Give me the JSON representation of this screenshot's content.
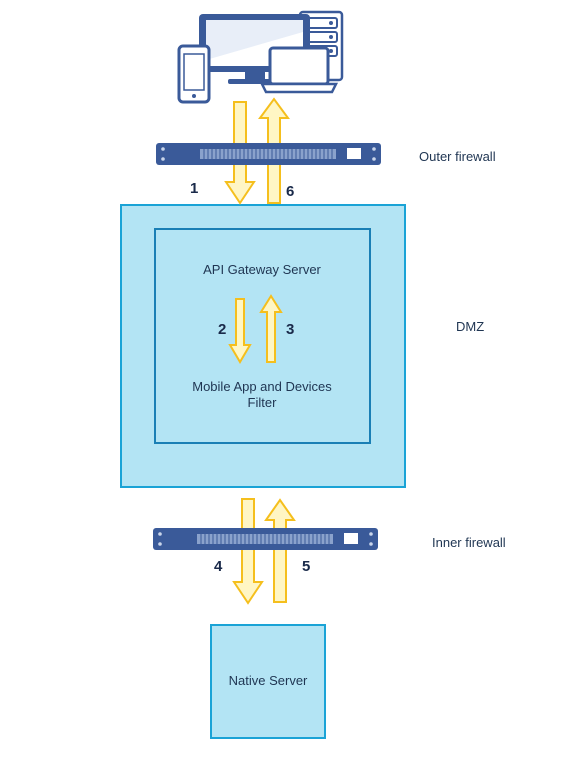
{
  "labels": {
    "outer_firewall": "Outer firewall",
    "dmz": "DMZ",
    "inner_firewall": "Inner firewall",
    "api_gateway": "API Gateway Server",
    "filter_line1": "Mobile App and Devices",
    "filter_line2": "Filter",
    "native_server": "Native Server"
  },
  "steps": [
    "1",
    "2",
    "3",
    "4",
    "5",
    "6"
  ],
  "icons": [
    "monitor-icon",
    "phone-icon",
    "laptop-icon",
    "server-rack-icon",
    "firewall-icon"
  ],
  "colors": {
    "box_fill": "#b3e4f4",
    "box_stroke": "#1aa3d6",
    "arrow_fill": "#fff6c4",
    "arrow_stroke": "#f5bf1d",
    "device_blue": "#3a5a99",
    "firewall_body": "#3a5a99"
  }
}
